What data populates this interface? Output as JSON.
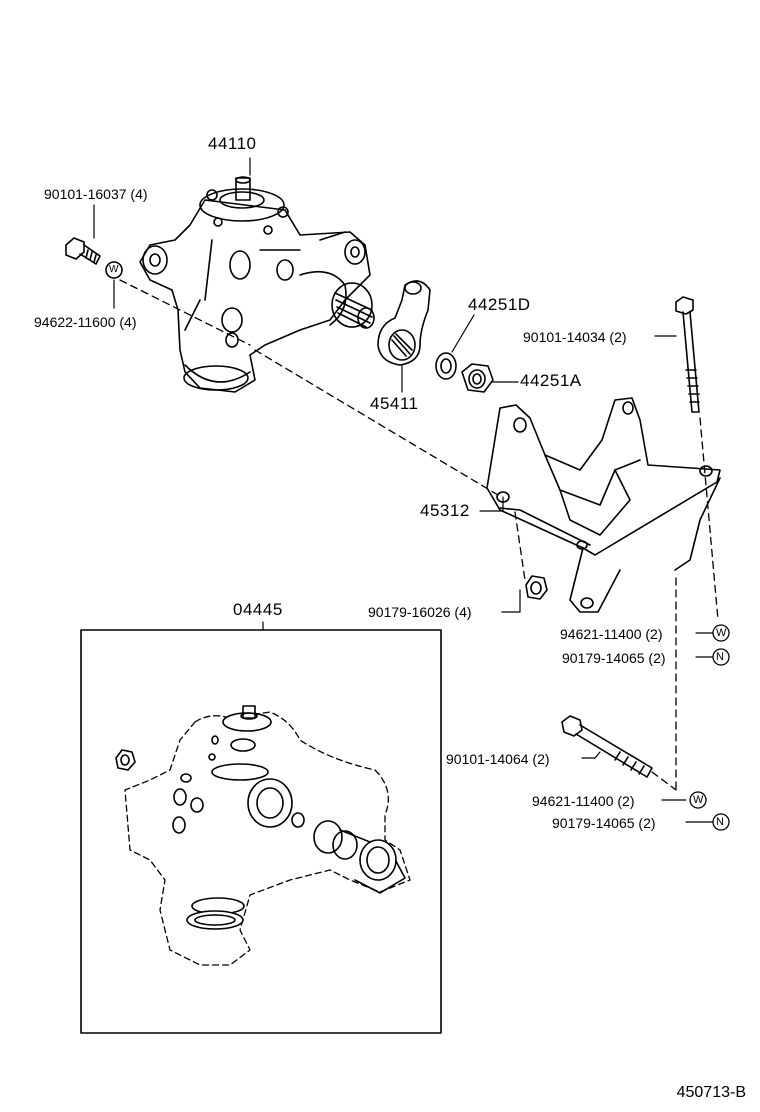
{
  "diagram": {
    "parts": {
      "gear_housing": "44110",
      "bolt_top_left": "90101-16037 (4)",
      "washer_top_left": "94622-11600 (4)",
      "pitman_arm": "45411",
      "washer_44251D": "44251D",
      "nut_44251A": "44251A",
      "long_bolt": "90101-14034 (2)",
      "bracket": "45312",
      "nut_bracket": "90179-16026 (4)",
      "washer_right_1": "94621-11400 (2)",
      "nut_right_1": "90179-14065 (2)",
      "kit": "04445",
      "bolt_lower": "90101-14064 (2)",
      "washer_right_2": "94621-11400 (2)",
      "nut_right_2": "90179-14065 (2)"
    },
    "symbols": {
      "washer": "W",
      "nut": "N"
    },
    "reference_code": "450713-B"
  }
}
